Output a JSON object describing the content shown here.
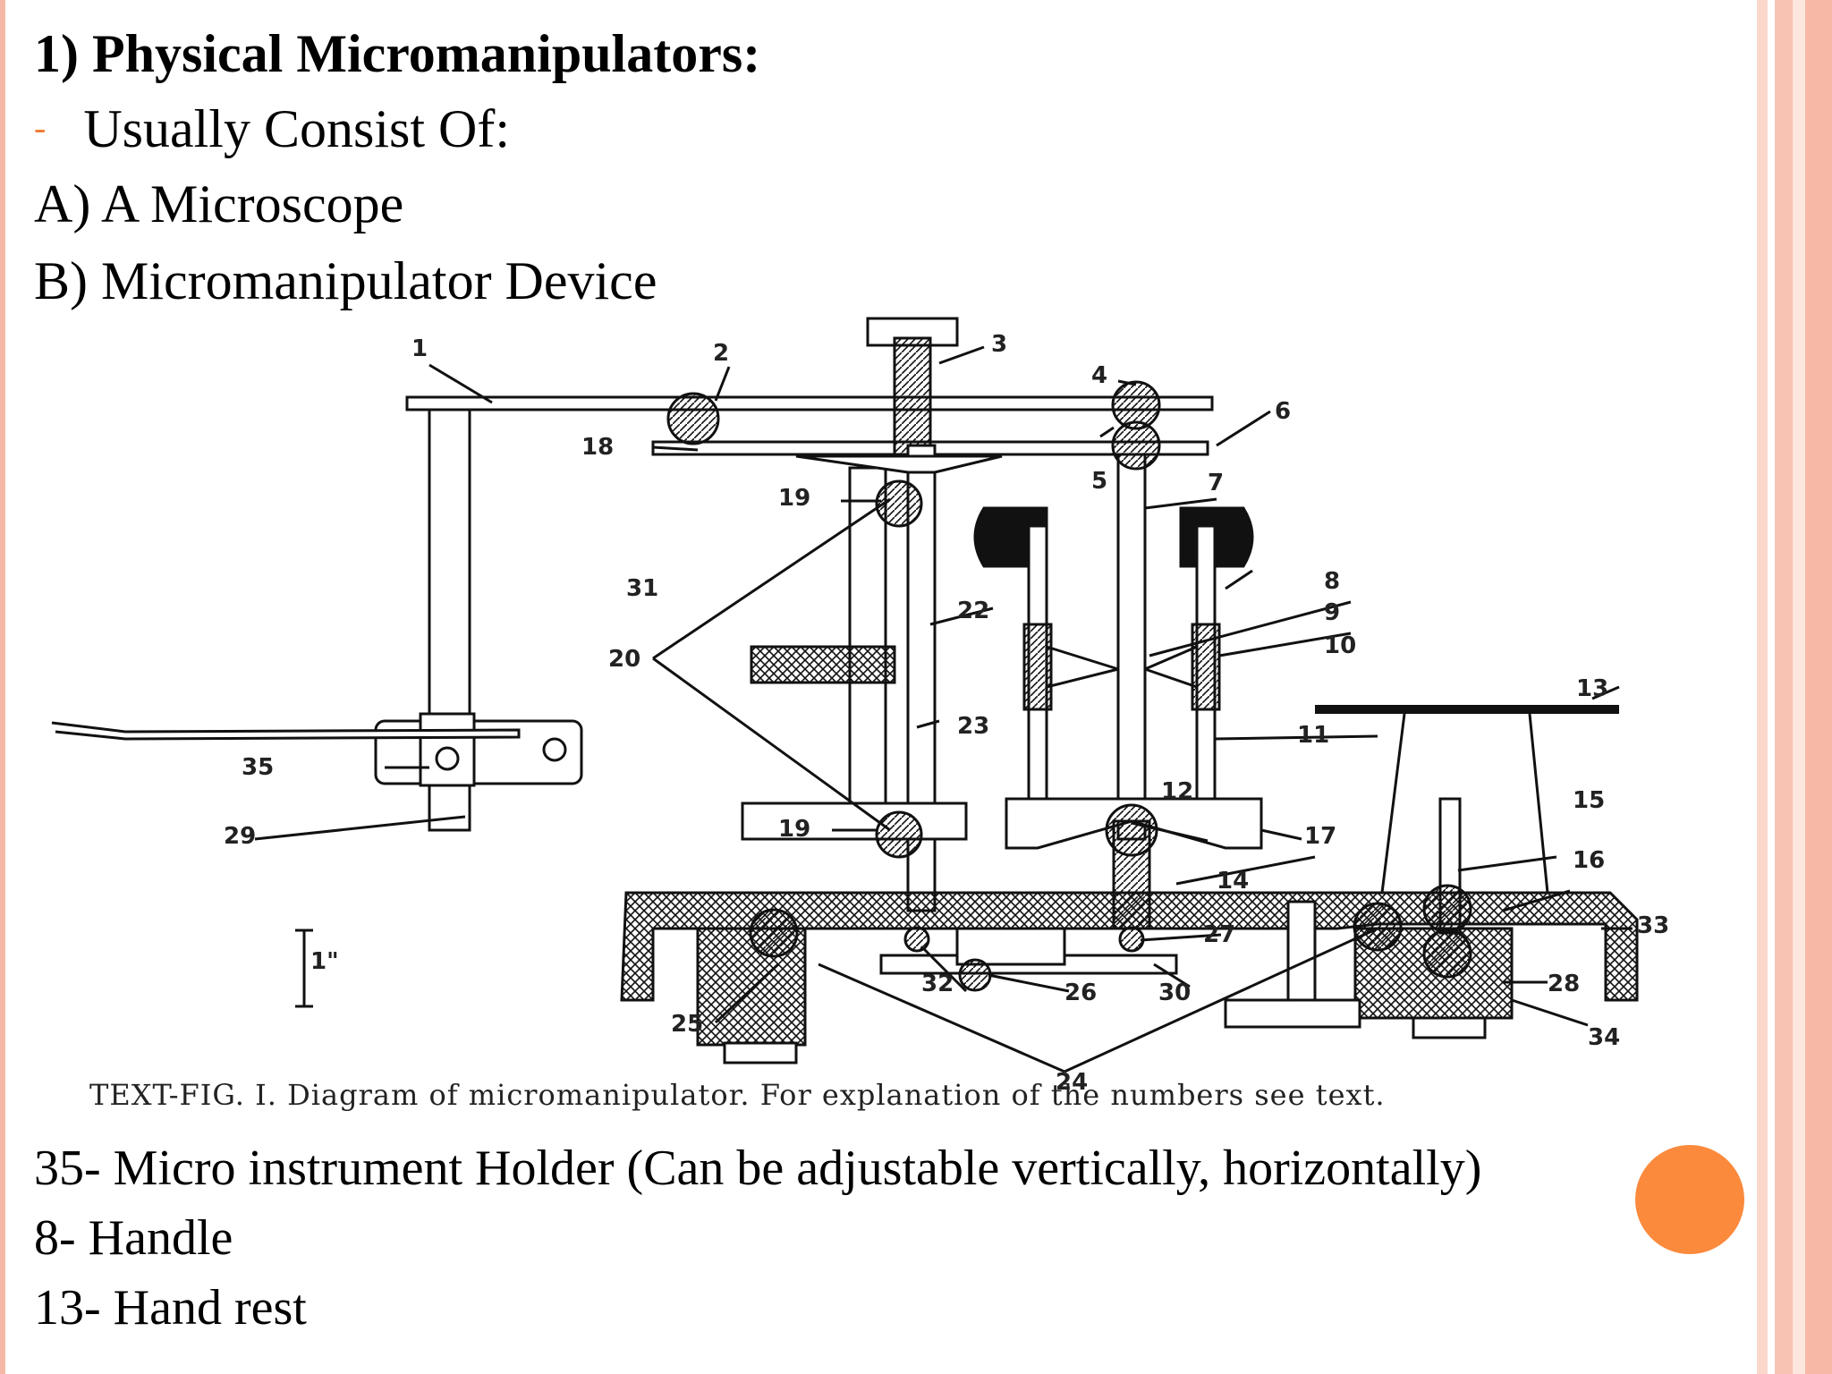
{
  "slide": {
    "heading": "1) Physical Micromanipulators:",
    "bullet_marker": "-",
    "bullet_text": "Usually Consist Of:",
    "item_a": "A) A Microscope",
    "item_b": "B) Micromanipulator Device",
    "notes": [
      "35- Micro instrument Holder (Can be adjustable vertically, horizontally)",
      "8- Handle",
      "13- Hand rest"
    ]
  },
  "figure": {
    "caption": "TEXT-FIG. I. Diagram of micromanipulator.   For explanation of the numbers see text.",
    "scale_label": "1\"",
    "part_numbers": [
      "1",
      "2",
      "3",
      "4",
      "5",
      "6",
      "7",
      "8",
      "9",
      "10",
      "11",
      "12",
      "13",
      "14",
      "15",
      "16",
      "17",
      "18",
      "19",
      "19",
      "20",
      "22",
      "23",
      "24",
      "25",
      "26",
      "27",
      "28",
      "29",
      "30",
      "31",
      "32",
      "33",
      "34",
      "35"
    ]
  },
  "colors": {
    "accent_orange": "#fb8a3d",
    "border_salmon": "#f7b9a6"
  }
}
